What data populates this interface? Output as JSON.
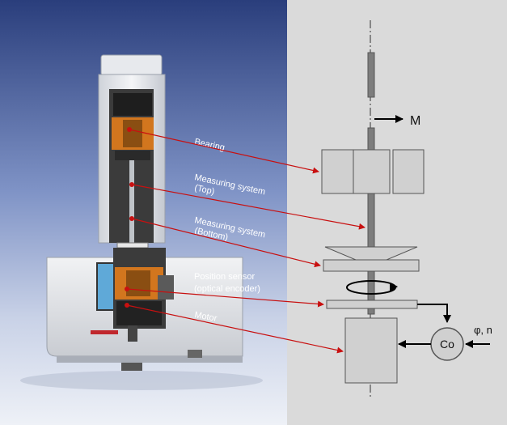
{
  "labels": {
    "bearing": "Bearing",
    "measuring_top_1": "Measuring system",
    "measuring_top_2": "(Top)",
    "measuring_bottom_1": "Measuring system",
    "measuring_bottom_2": "(Bottom)",
    "position_sensor_1": "Position sensor",
    "position_sensor_2": "(optical encoder)",
    "motor": "Motor"
  },
  "schematic": {
    "torque_symbol": "M",
    "controller_symbol": "Co",
    "input_symbol": "φ, n"
  },
  "photo": {
    "device_caption": ""
  },
  "colors": {
    "background_left_top": "#2a3e7c",
    "background_left_mid": "#8a9dcb",
    "background_left_bottom": "#e9edf5",
    "background_right": "#dadada",
    "leader_line": "#c81010",
    "component_fill": "#d0d0d0",
    "component_stroke": "#555555",
    "shaft_fill": "#7d7d7d",
    "arrow": "#000000",
    "orange": "#d2761e"
  }
}
